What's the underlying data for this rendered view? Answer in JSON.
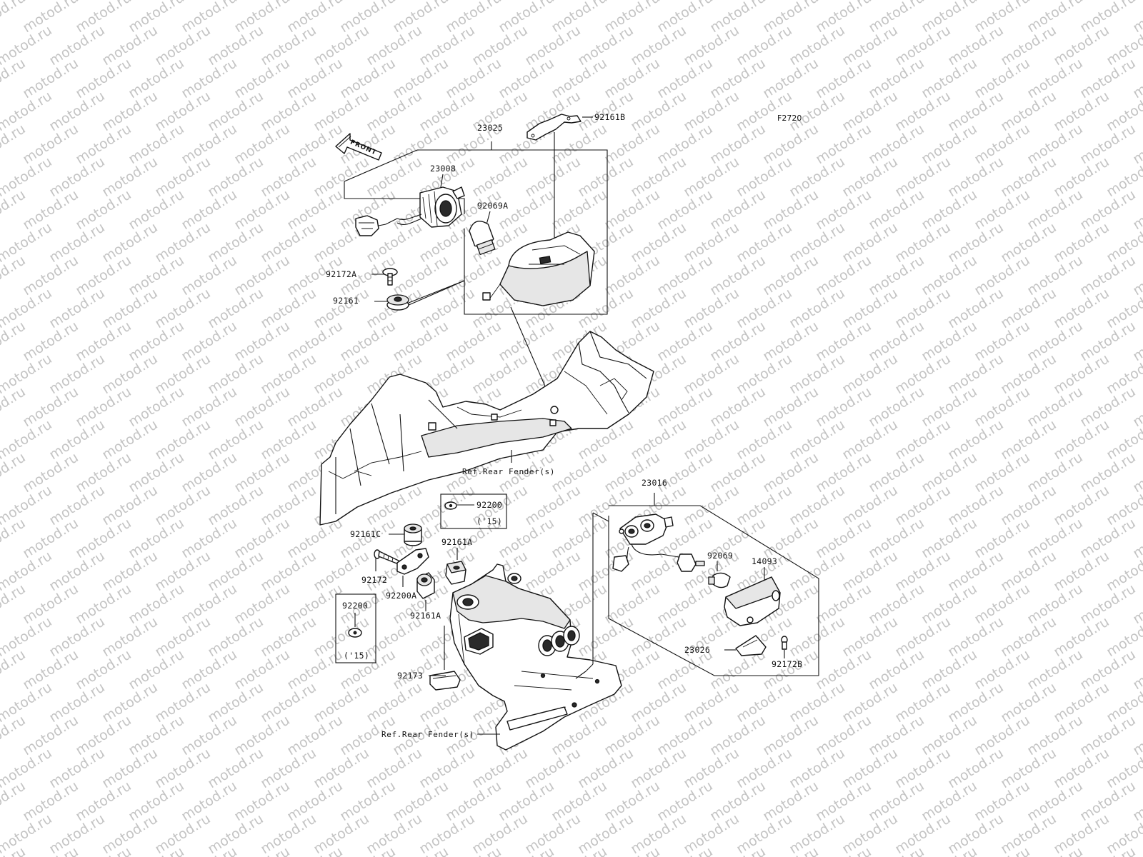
{
  "figure_id": "F2720",
  "watermark": "motod.ru",
  "front_arrow": "FRONT",
  "parts": {
    "tail_light_assy": "23025",
    "socket_tail": "23008",
    "bulb_tail": "92069A",
    "bracket_tail": "92161B",
    "screw_a": "92172A",
    "damper_tail": "92161",
    "license_light_assy": "23016",
    "bulb_license": "92069",
    "lens_license": "14093",
    "socket_license": "23026",
    "screw_b": "92172B",
    "washer_top": "92200",
    "washer_top_note": "('15)",
    "damper_c": "92161C",
    "damper_a_upper": "92161A",
    "screw": "92172",
    "plate_92200a": "92200A",
    "damper_a_lower": "92161A",
    "washer_left": "92200",
    "washer_left_note": "('15)",
    "cap": "92173"
  },
  "refs": {
    "rear_fender_upper": "Ref.Rear Fender(s)",
    "rear_fender_lower": "Ref.Rear Fender(s)"
  }
}
